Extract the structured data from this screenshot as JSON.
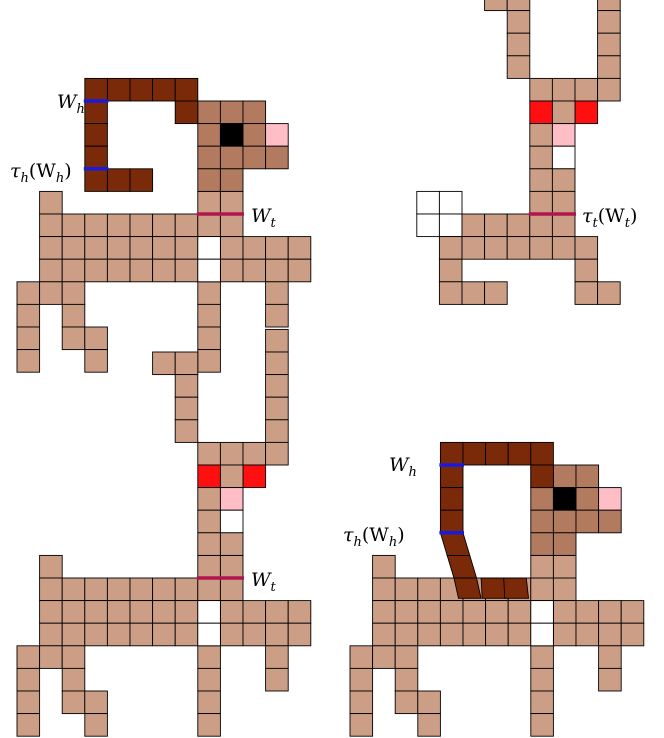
{
  "colors": {
    "tan": "#cd9e86",
    "dark_tan": "#b27a5f",
    "brown": "#7a2a08",
    "red": "#ff1010",
    "pink": "#ffbdc6",
    "black": "#000000",
    "white": "#ffffff",
    "blue": "#1a1adf",
    "crimson": "#b0174f"
  },
  "labels": {
    "wh_top_main": "W",
    "wh_top_sub": "h",
    "tau_h_main": "τ",
    "tau_h_sub": "h",
    "tau_h_paren_open": "(W",
    "tau_h_paren_sub": "h",
    "tau_h_paren_close": ")",
    "wt_main": "W",
    "wt_sub": "t",
    "tau_t_main": "τ",
    "tau_t_sub": "t",
    "tau_t_paren_open": "(W",
    "tau_t_paren_sub": "t",
    "tau_t_paren_close": ")"
  }
}
